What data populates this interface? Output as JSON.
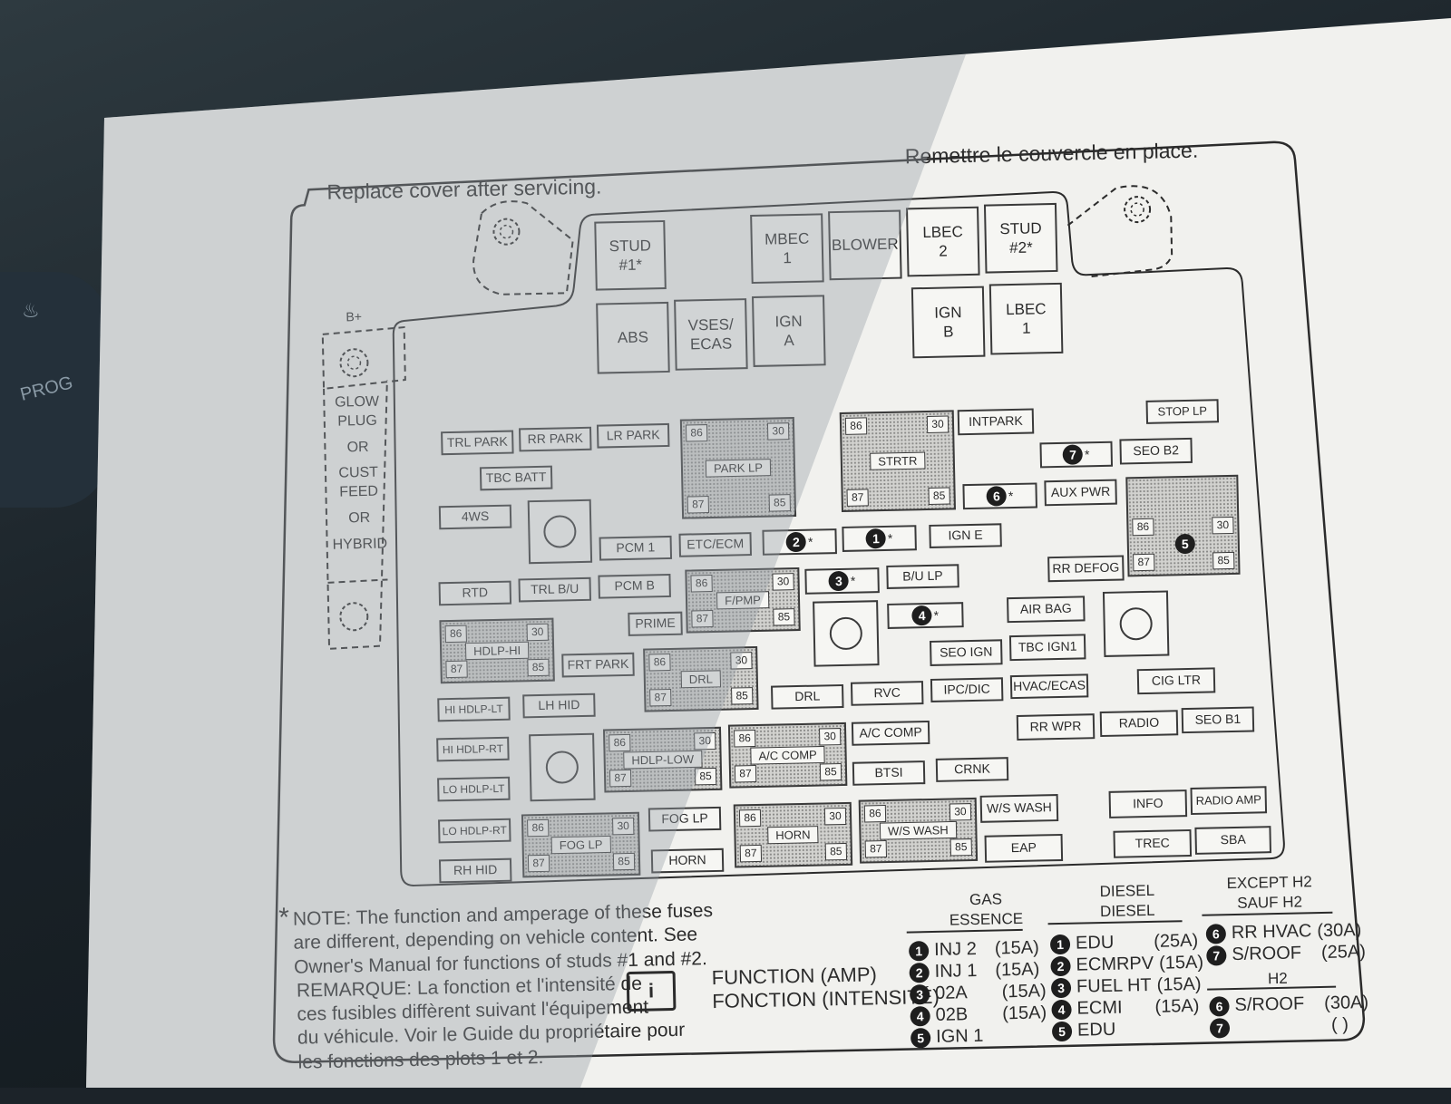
{
  "background": {
    "seat_icon": "seat-heat-icon",
    "button_text": "PROG"
  },
  "headings": {
    "english": "Replace cover after servicing.",
    "french": "Remettre le couvercle en place."
  },
  "b_plus": "B+",
  "glow_plug": {
    "line1": "GLOW",
    "line2": "PLUG",
    "or1": "OR",
    "line3": "CUST",
    "line4": "FEED",
    "or2": "OR",
    "line5": "HYBRID"
  },
  "top_fuses": [
    {
      "label": "STUD\n#1*"
    },
    {
      "label": "MBEC\n1"
    },
    {
      "label": "BLOWER"
    },
    {
      "label": "LBEC\n2"
    },
    {
      "label": "STUD\n#2*"
    },
    {
      "label": "ABS"
    },
    {
      "label": "VSES/\nECAS"
    },
    {
      "label": "IGN\nA"
    },
    {
      "label": "IGN\nB"
    },
    {
      "label": "LBEC\n1"
    }
  ],
  "small_fuses": [
    {
      "label": "TRL PARK"
    },
    {
      "label": "RR PARK"
    },
    {
      "label": "LR PARK"
    },
    {
      "label": "TBC BATT"
    },
    {
      "label": "4WS"
    },
    {
      "label": "PCM 1"
    },
    {
      "label": "ETC/ECM"
    },
    {
      "label": "IGN E"
    },
    {
      "label": "RTD"
    },
    {
      "label": "TRL B/U"
    },
    {
      "label": "PCM B"
    },
    {
      "label": "B/U LP"
    },
    {
      "label": "PRIME"
    },
    {
      "label": "FRT PARK"
    },
    {
      "label": "HI HDLP-LT"
    },
    {
      "label": "LH HID"
    },
    {
      "label": "DRL"
    },
    {
      "label": "RVC"
    },
    {
      "label": "IPC/DIC"
    },
    {
      "label": "HVAC/ECAS"
    },
    {
      "label": "HI HDLP-RT"
    },
    {
      "label": "A/C COMP"
    },
    {
      "label": "LO HDLP-LT"
    },
    {
      "label": "BTSI"
    },
    {
      "label": "CRNK"
    },
    {
      "label": "LO HDLP-RT"
    },
    {
      "label": "FOG LP"
    },
    {
      "label": "W/S WASH"
    },
    {
      "label": "RH HID"
    },
    {
      "label": "HORN"
    },
    {
      "label": "EAP"
    },
    {
      "label": "INTPARK"
    },
    {
      "label": "STOP LP"
    },
    {
      "label": "SEO B2"
    },
    {
      "label": "AUX PWR"
    },
    {
      "label": "RR DEFOG"
    },
    {
      "label": "AIR BAG"
    },
    {
      "label": "SEO IGN"
    },
    {
      "label": "TBC IGN1"
    },
    {
      "label": "CIG LTR"
    },
    {
      "label": "RR WPR"
    },
    {
      "label": "RADIO"
    },
    {
      "label": "SEO B1"
    },
    {
      "label": "INFO"
    },
    {
      "label": "RADIO AMP"
    },
    {
      "label": "TREC"
    },
    {
      "label": "SBA"
    }
  ],
  "relay_pins": {
    "p86": "86",
    "p30": "30",
    "p87": "87",
    "p85": "85"
  },
  "relays": [
    {
      "label": "PARK LP"
    },
    {
      "label": "STRTR"
    },
    {
      "label": "F/PMP"
    },
    {
      "label": "HDLP-HI"
    },
    {
      "label": "DRL"
    },
    {
      "label": "HDLP-LOW"
    },
    {
      "label": "A/C COMP"
    },
    {
      "label": "FOG LP"
    },
    {
      "label": "HORN"
    },
    {
      "label": "W/S WASH"
    },
    {
      "label": "5"
    }
  ],
  "numbered_slots": [
    {
      "num": "7",
      "star": "*"
    },
    {
      "num": "6",
      "star": "*"
    },
    {
      "num": "2",
      "star": "*"
    },
    {
      "num": "1",
      "star": "*"
    },
    {
      "num": "3",
      "star": "*"
    },
    {
      "num": "4",
      "star": "*"
    }
  ],
  "note": {
    "star": "*",
    "en": [
      "NOTE: The function and amperage of these fuses",
      "are different, depending on vehicle content. See",
      "Owner's Manual for functions of studs #1 and #2."
    ],
    "fr": [
      "REMARQUE: La fonction et l'intensité de",
      "ces fusibles diffèrent suivant l'équipement",
      "du véhicule. Voir le Guide du propriétaire pour",
      "les fonctions des plots 1 et 2."
    ],
    "book_icon": "owners-manual-icon",
    "book_text": "i"
  },
  "function_label": {
    "en": "FUNCTION (AMP)",
    "fr": "FONCTION (INTENSITÉ)"
  },
  "legend": {
    "gas": {
      "h1": "GAS",
      "h2": "ESSENCE",
      "rows": [
        {
          "n": "1",
          "name": "INJ 2",
          "amp": "(15A)"
        },
        {
          "n": "2",
          "name": "INJ 1",
          "amp": "(15A)"
        },
        {
          "n": "3",
          "name": "02A",
          "amp": "(15A)"
        },
        {
          "n": "4",
          "name": "02B",
          "amp": "(15A)"
        },
        {
          "n": "5",
          "name": "IGN 1",
          "amp": ""
        }
      ]
    },
    "diesel": {
      "h1": "DIESEL",
      "h2": "DIESEL",
      "rows": [
        {
          "n": "1",
          "name": "EDU",
          "amp": "(25A)"
        },
        {
          "n": "2",
          "name": "ECMRPV",
          "amp": "(15A)"
        },
        {
          "n": "3",
          "name": "FUEL HT",
          "amp": "(15A)"
        },
        {
          "n": "4",
          "name": "ECMI",
          "amp": "(15A)"
        },
        {
          "n": "5",
          "name": "EDU",
          "amp": ""
        }
      ]
    },
    "except": {
      "h1": "EXCEPT H2",
      "h2": "SAUF H2",
      "rows": [
        {
          "n": "6",
          "name": "RR HVAC",
          "amp": "(30A)"
        },
        {
          "n": "7",
          "name": "S/ROOF",
          "amp": "(25A)"
        }
      ]
    },
    "h2": {
      "h1": "H2",
      "rows": [
        {
          "n": "6",
          "name": "S/ROOF",
          "amp": "(30A)"
        },
        {
          "n": "7",
          "name": "",
          "amp": "(     )"
        }
      ]
    }
  }
}
